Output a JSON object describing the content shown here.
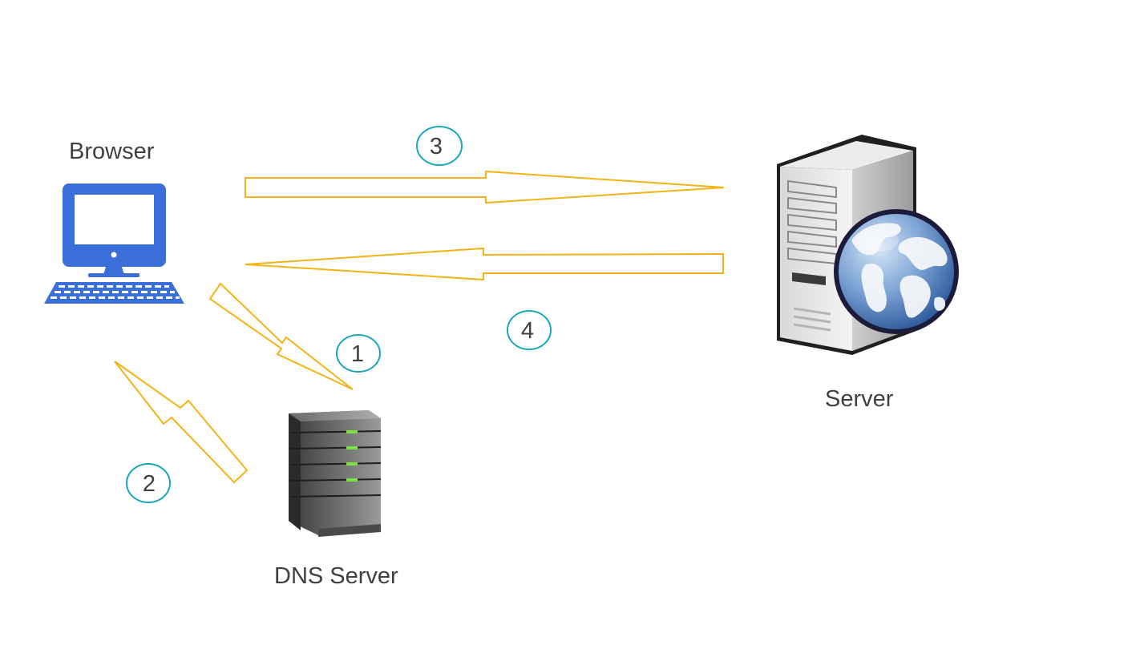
{
  "nodes": {
    "browser": {
      "label": "Browser",
      "icon": "computer-icon"
    },
    "dns_server": {
      "label": "DNS Server",
      "icon": "dns-server-icon"
    },
    "server": {
      "label": "Server",
      "icon": "web-server-icon"
    }
  },
  "steps": [
    {
      "number": "1",
      "from": "browser",
      "to": "dns_server"
    },
    {
      "number": "2",
      "from": "dns_server",
      "to": "browser"
    },
    {
      "number": "3",
      "from": "browser",
      "to": "server"
    },
    {
      "number": "4",
      "from": "server",
      "to": "browser"
    }
  ],
  "colors": {
    "arrow": "#F2B418",
    "step_circle": "#1AA7B8",
    "computer": "#3A6FD9",
    "label_text": "#404040"
  }
}
